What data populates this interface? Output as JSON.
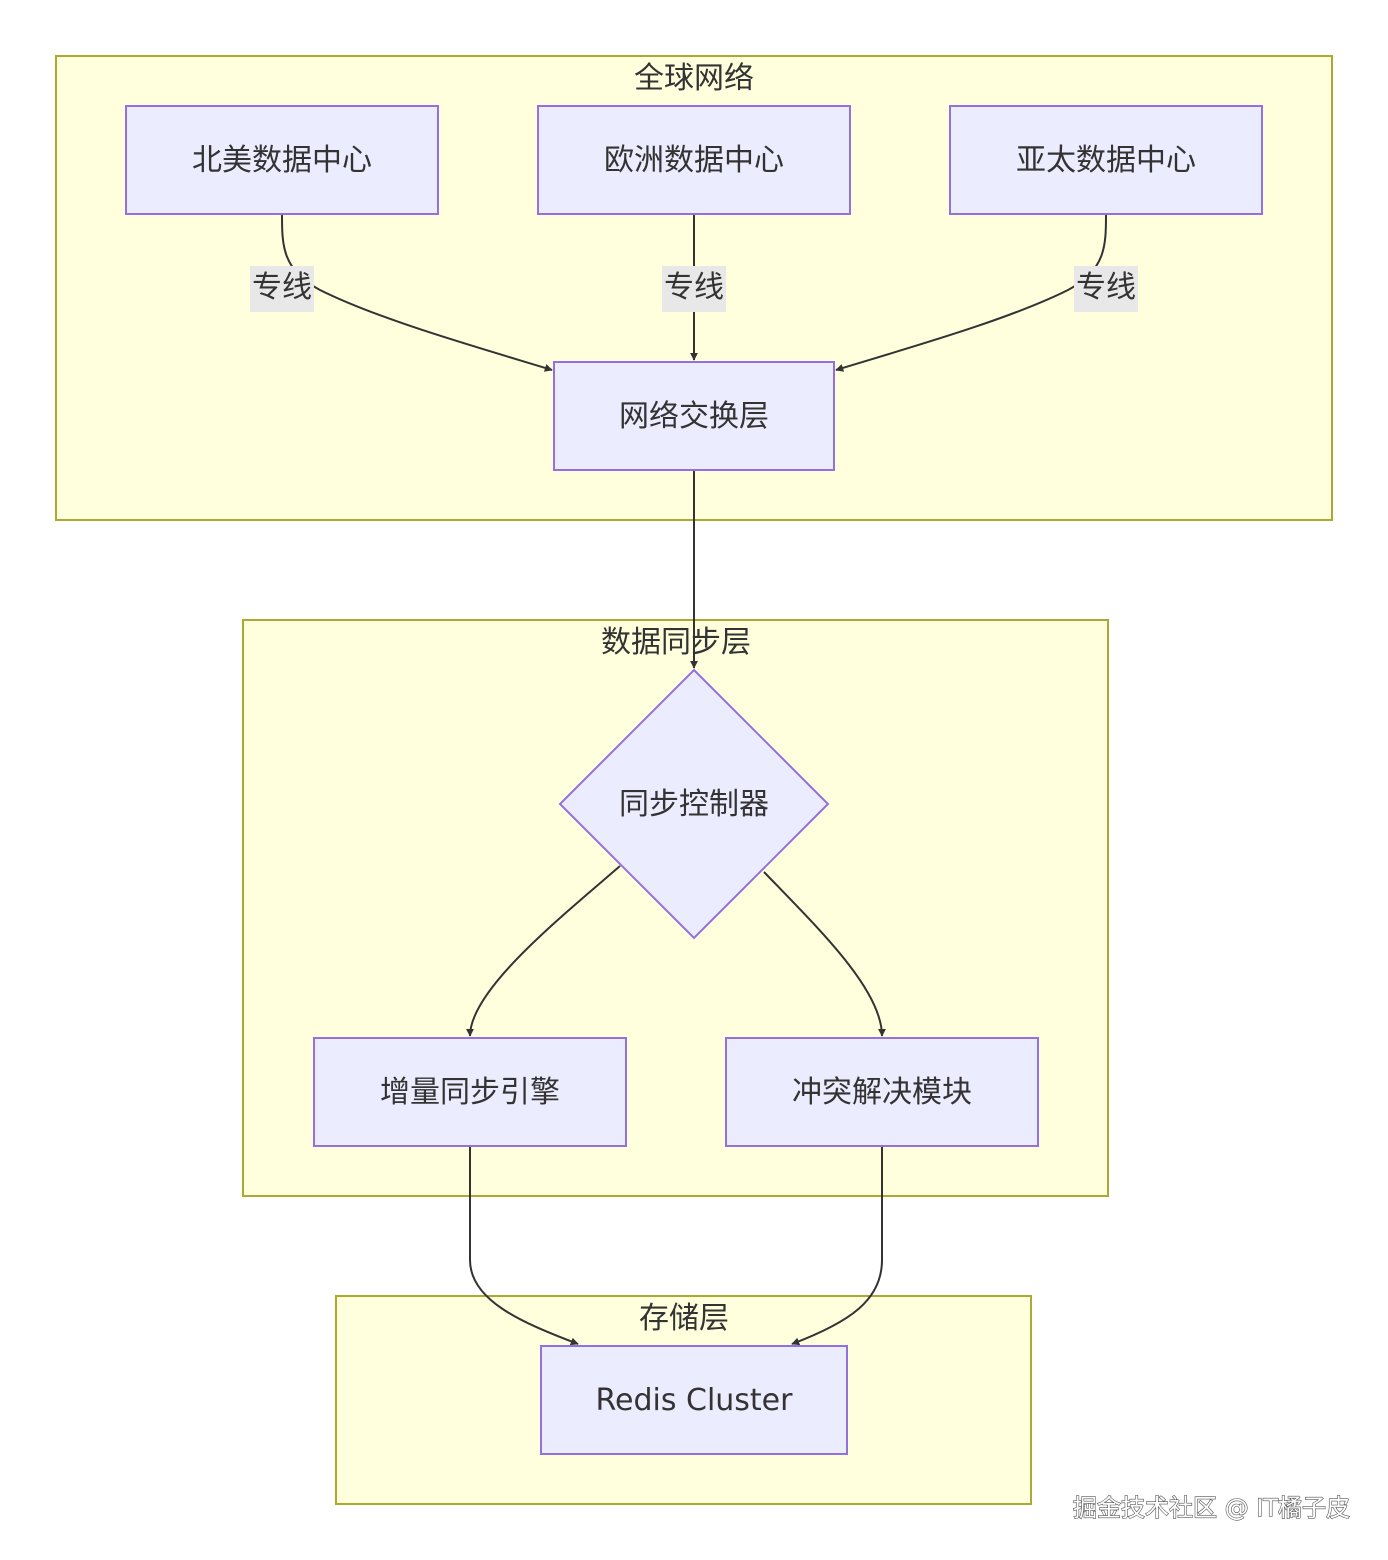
{
  "clusters": {
    "global_network": {
      "title": "全球网络"
    },
    "data_sync_layer": {
      "title": "数据同步层"
    },
    "storage_layer": {
      "title": "存储层"
    }
  },
  "nodes": {
    "north_america_dc": "北美数据中心",
    "europe_dc": "欧洲数据中心",
    "asia_pacific_dc": "亚太数据中心",
    "network_switch_layer": "网络交换层",
    "sync_controller": "同步控制器",
    "incremental_sync_engine": "增量同步引擎",
    "conflict_resolution_module": "冲突解决模块",
    "redis_cluster": "Redis Cluster"
  },
  "edges": {
    "na_to_switch_label": "专线",
    "eu_to_switch_label": "专线",
    "ap_to_switch_label": "专线"
  },
  "watermark": "掘金技术社区 @ IT橘子皮",
  "colors": {
    "cluster_fill": "#ffffde",
    "cluster_stroke": "#aaaa33",
    "node_fill": "#ececff",
    "node_stroke": "#9370db",
    "edge_stroke": "#333333",
    "edge_label_bg": "#e8e8e8"
  }
}
